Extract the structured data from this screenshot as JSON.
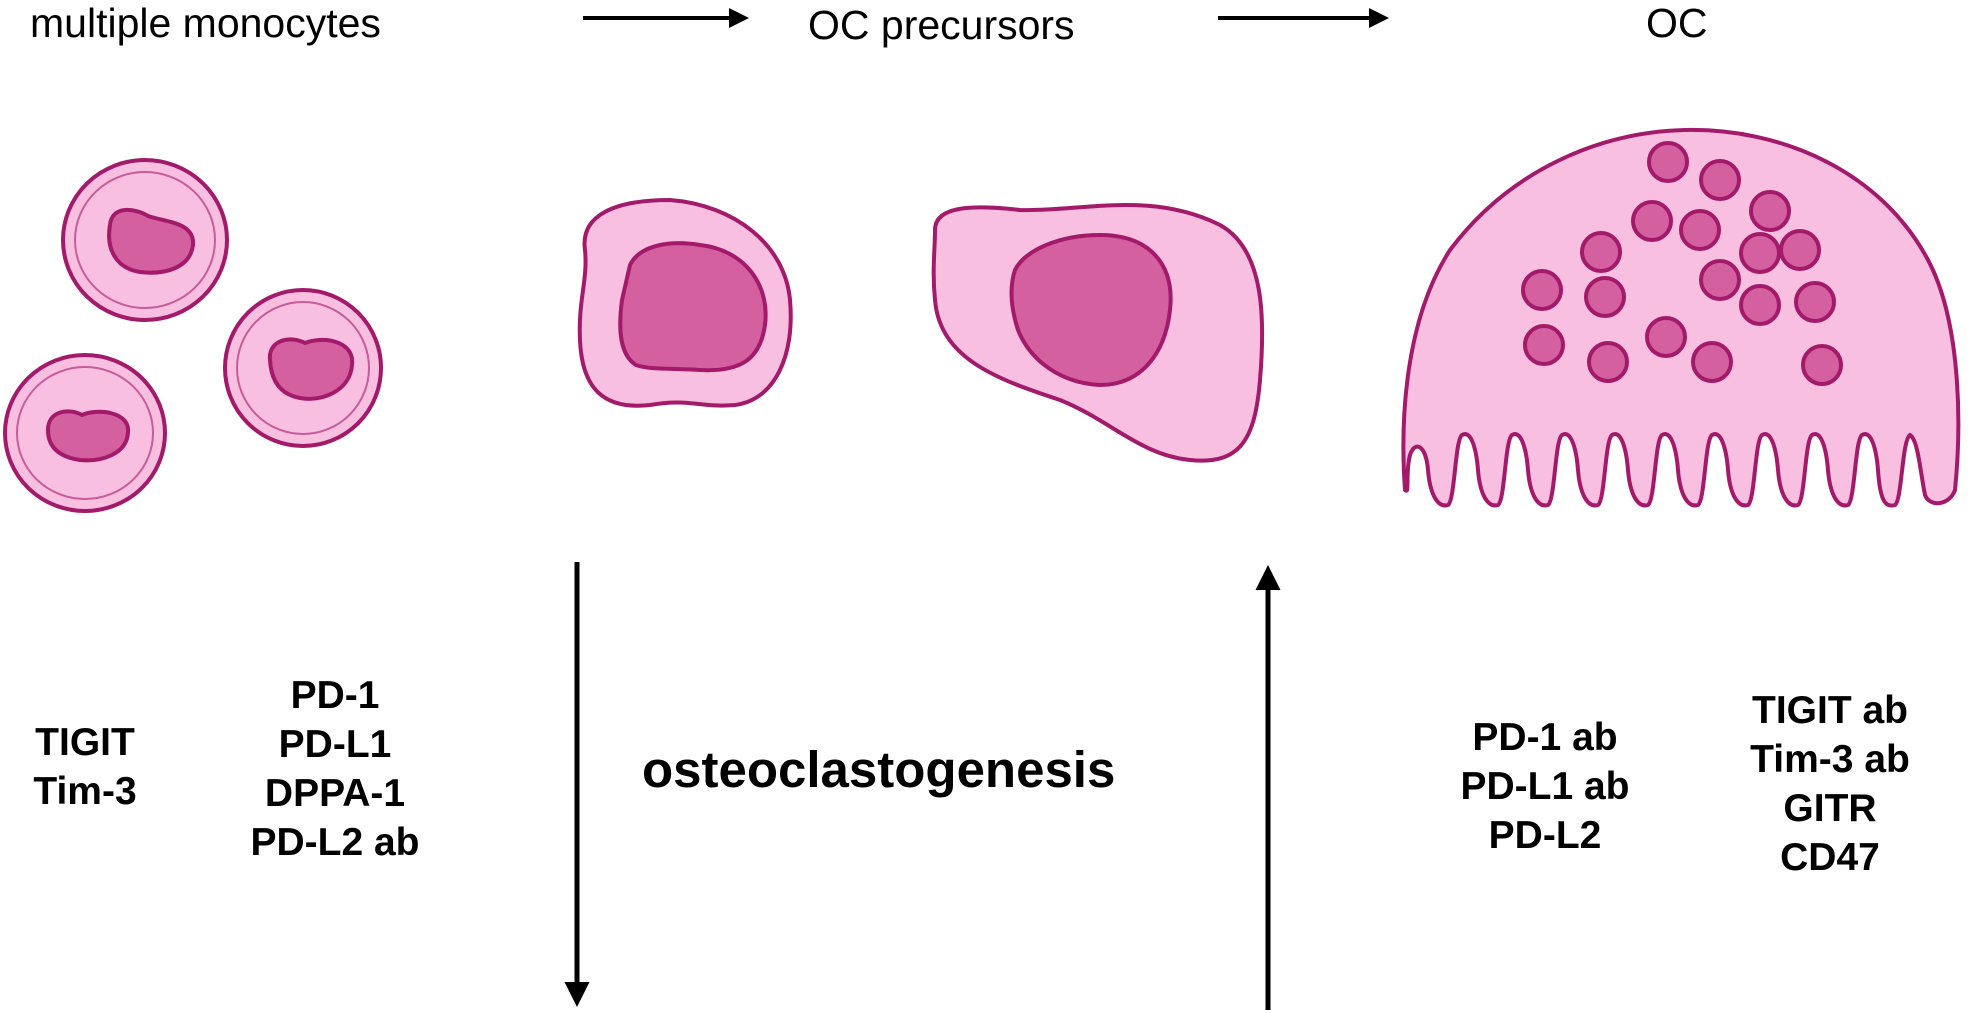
{
  "stages": {
    "monocytes": "multiple monocytes",
    "precursors": "OC precursors",
    "osteoclast": "OC"
  },
  "center_label": "osteoclastogenesis",
  "lists": {
    "monocyte_a": [
      "TIGIT",
      "Tim-3"
    ],
    "monocyte_b": [
      "PD-1",
      "PD-L1",
      "DPPA-1",
      "PD-L2 ab"
    ],
    "oc_a": [
      "PD-1 ab",
      "PD-L1 ab",
      "PD-L2"
    ],
    "oc_b": [
      "TIGIT ab",
      "Tim-3 ab",
      "GITR",
      "CD47"
    ]
  },
  "colors": {
    "cell_fill": "#f9bfe0",
    "cell_outline": "#a31a6b",
    "nucleus_fill": "#d4609f",
    "arrow": "#000000"
  }
}
